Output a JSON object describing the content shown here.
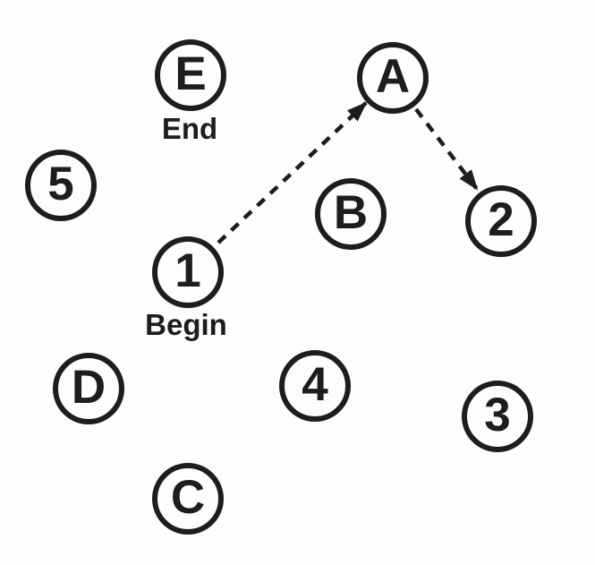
{
  "nodes": [
    {
      "label": "E"
    },
    {
      "label": "A"
    },
    {
      "label": "5"
    },
    {
      "label": "B"
    },
    {
      "label": "2"
    },
    {
      "label": "1"
    },
    {
      "label": "D"
    },
    {
      "label": "4"
    },
    {
      "label": "3"
    },
    {
      "label": "C"
    }
  ],
  "annotations": {
    "end": "End",
    "begin": "Begin"
  },
  "edges": [
    {
      "from": "1",
      "to": "A",
      "style": "dashed-arrow"
    },
    {
      "from": "A",
      "to": "2",
      "style": "dashed-arrow"
    }
  ],
  "colors": {
    "ink": "#1d1d1d",
    "background": "#fdfdfd"
  }
}
